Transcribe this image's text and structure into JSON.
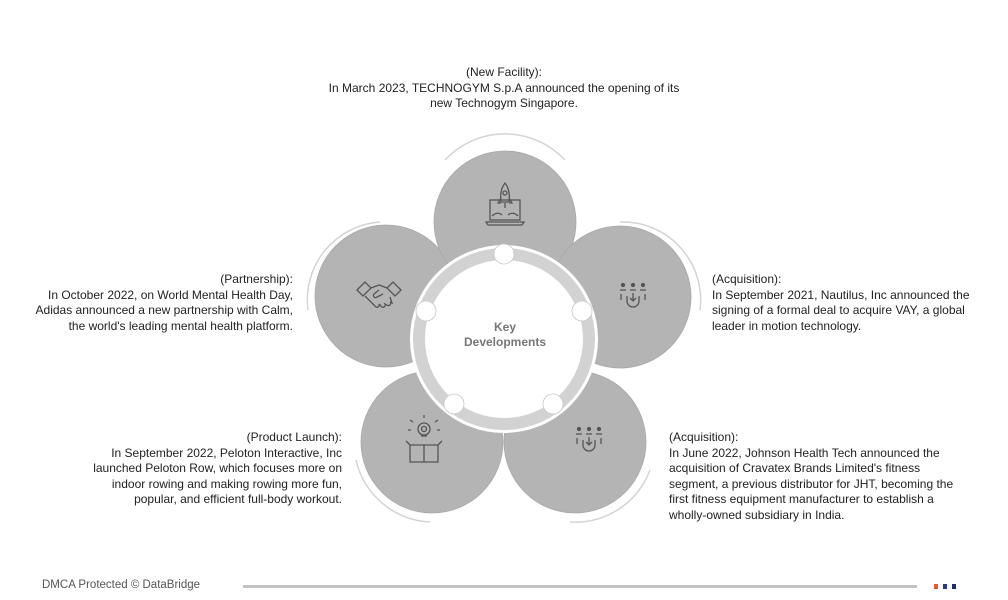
{
  "center_label": [
    "Key",
    "Developments"
  ],
  "items": [
    {
      "id": "new-facility",
      "icon": "rocket-laptop-icon",
      "title": "(New Facility):",
      "lines": [
        "In March 2023, TECHNOGYM S.p.A announced the opening of its",
        "new Technogym Singapore."
      ]
    },
    {
      "id": "acquisition-nautilus",
      "icon": "people-magnet-icon",
      "title": "(Acquisition):",
      "lines": [
        "In September 2021, Nautilus, Inc announced the",
        "signing of a formal deal to acquire VAY, a global",
        "leader in motion technology."
      ]
    },
    {
      "id": "acquisition-johnson",
      "icon": "people-magnet-icon",
      "title": "(Acquisition):",
      "lines": [
        "In June 2022, Johnson Health Tech announced the",
        "acquisition of Cravatex Brands Limited's fitness",
        "segment, a previous distributor for JHT, becoming the",
        "first fitness equipment manufacturer to establish a",
        "wholly-owned subsidiary in India."
      ]
    },
    {
      "id": "product-launch",
      "icon": "idea-box-icon",
      "title": "(Product Launch):",
      "lines": [
        "In September 2022, Peloton Interactive, Inc",
        "launched Peloton Row, which focuses more on",
        "indoor rowing and making rowing more fun,",
        "popular, and efficient full-body workout."
      ]
    },
    {
      "id": "partnership",
      "icon": "handshake-icon",
      "title": "(Partnership):",
      "lines": [
        "In October 2022, on World Mental Health Day,",
        "Adidas announced a new partnership with Calm,",
        "the world's leading mental health platform."
      ]
    }
  ],
  "footer": {
    "text": "DMCA Protected © DataBridge"
  },
  "colors": {
    "circle": "#b4b4b4",
    "ring": "#d2d2d2",
    "arc": "#d6d6d6",
    "accent_orange": "#e8582a",
    "accent_navy": "#1f2a6b"
  }
}
